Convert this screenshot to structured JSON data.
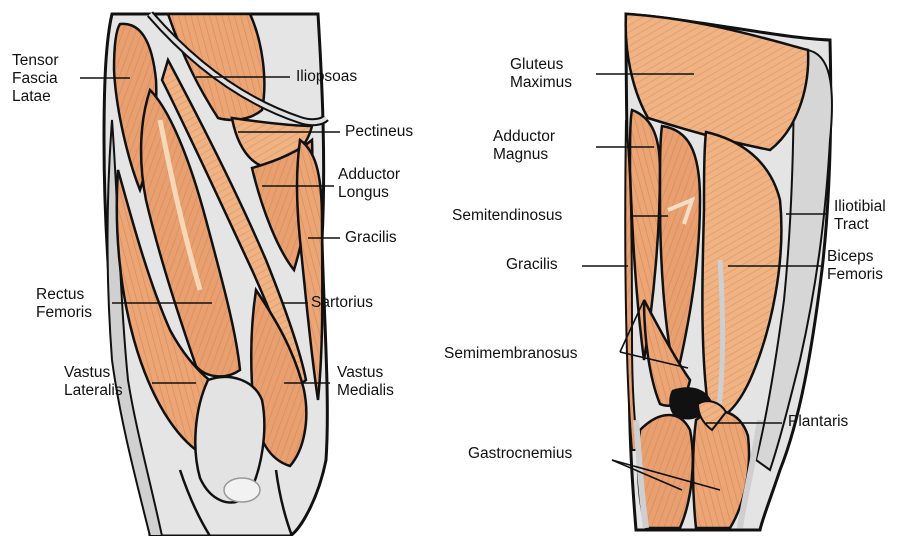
{
  "diagram": {
    "anterior_labels": [
      {
        "id": "tensor-fascia-latae",
        "lines": [
          "Tensor",
          "Fascia",
          "Latae"
        ]
      },
      {
        "id": "iliopsoas",
        "lines": [
          "Iliopsoas"
        ]
      },
      {
        "id": "pectineus",
        "lines": [
          "Pectineus"
        ]
      },
      {
        "id": "adductor-longus",
        "lines": [
          "Adductor",
          "Longus"
        ]
      },
      {
        "id": "gracilis-front",
        "lines": [
          "Gracilis"
        ]
      },
      {
        "id": "rectus-femoris",
        "lines": [
          "Rectus",
          "Femoris"
        ]
      },
      {
        "id": "sartorius",
        "lines": [
          "Sartorius"
        ]
      },
      {
        "id": "vastus-lateralis",
        "lines": [
          "Vastus",
          "Lateralis"
        ]
      },
      {
        "id": "vastus-medialis",
        "lines": [
          "Vastus",
          "Medialis"
        ]
      }
    ],
    "posterior_labels": [
      {
        "id": "gluteus-maximus",
        "lines": [
          "Gluteus",
          "Maximus"
        ]
      },
      {
        "id": "adductor-magnus",
        "lines": [
          "Adductor",
          "Magnus"
        ]
      },
      {
        "id": "iliotibial-tract",
        "lines": [
          "Iliotibial",
          "Tract"
        ]
      },
      {
        "id": "semitendinosus",
        "lines": [
          "Semitendinosus"
        ]
      },
      {
        "id": "gracilis-back",
        "lines": [
          "Gracilis"
        ]
      },
      {
        "id": "biceps-femoris",
        "lines": [
          "Biceps",
          "Femoris"
        ]
      },
      {
        "id": "semimembranosus",
        "lines": [
          "Semimembranosus"
        ]
      },
      {
        "id": "plantaris",
        "lines": [
          "Plantaris"
        ]
      },
      {
        "id": "gastrocnemius",
        "lines": [
          "Gastrocnemius"
        ]
      }
    ],
    "colors": {
      "muscle": "#e9a070",
      "muscle_light": "#f3bf92",
      "muscle_dark": "#c97a4c",
      "tendon": "#e6e6e6",
      "tendon_shade": "#b9b9b9",
      "outline": "#111111"
    }
  }
}
